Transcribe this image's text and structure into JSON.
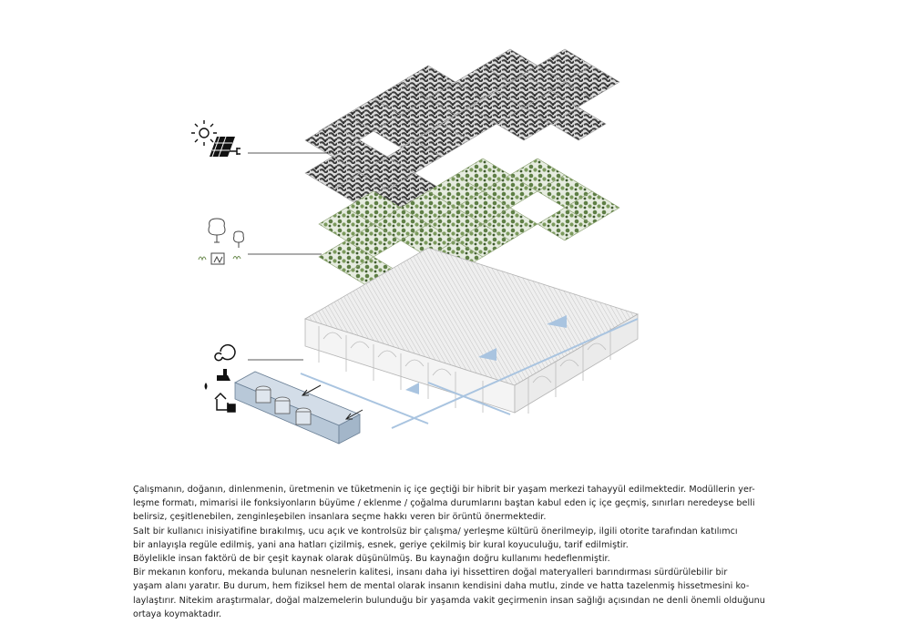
{
  "diagram": {
    "layers": [
      {
        "id": "solar-roof",
        "icon": "sun-solar-panel-plug-icon",
        "pattern": "dense-dark-texture"
      },
      {
        "id": "green-roof",
        "icon": "trees-plants-icon",
        "pattern": "vegetation-texture"
      },
      {
        "id": "structure",
        "icon": "recycle-water-compost-icons",
        "pattern": "grey-frame-structure"
      }
    ],
    "colors": {
      "solar": "#4a4a4a",
      "green": "#6b8a4e",
      "structure": "#c8c8c8",
      "water": "#a9c4e0",
      "tank": "#b8c8d8",
      "line": "#222222"
    }
  },
  "caption": {
    "lines": [
      "Çalışmanın, doğanın, dinlenmenin, üretmenin ve tüketmenin iç içe geçtiği bir hibrit bir yaşam merkezi tahayyül edilmektedir.  Modüllerin yer-",
      "leşme formatı, mimarisi ile fonksiyonların büyüme / eklenme / çoğalma durumlarını baştan kabul eden iç içe geçmiş, sınırları neredeyse belli",
      "belirsiz, çeşitlenebilen, zenginleşebilen insanlara seçme hakkı veren bir örüntü önermektedir.",
      "Salt bir kullanıcı inisiyatifine bırakılmış, ucu açık ve kontrolsüz bir çalışma/ yerleşme kültürü önerilmeyip, ilgili otorite tarafından katılımcı",
      "bir anlayışla regüle edilmiş, yani ana hatları çizilmiş, esnek, geriye çekilmiş bir kural koyuculuğu, tarif edilmiştir.",
      "Böylelikle insan faktörü de bir çeşit kaynak olarak düşünülmüş. Bu kaynağın doğru kullanımı hedeflenmiştir.",
      "Bir mekanın konforu, mekanda bulunan nesnelerin kalitesi, insanı daha iyi hissettiren doğal materyalleri barındırması sürdürülebilir bir",
      "yaşam alanı yaratır. Bu durum, hem fiziksel hem de mental olarak insanın kendisini daha mutlu, zinde ve hatta tazelenmiş hissetmesini ko-",
      "laylaştırır. Nitekim araştırmalar, doğal malzemelerin bulunduğu bir yaşamda vakit geçirmenin insan sağlığı açısından ne denli önemli olduğunu",
      "ortaya koymaktadır."
    ]
  }
}
